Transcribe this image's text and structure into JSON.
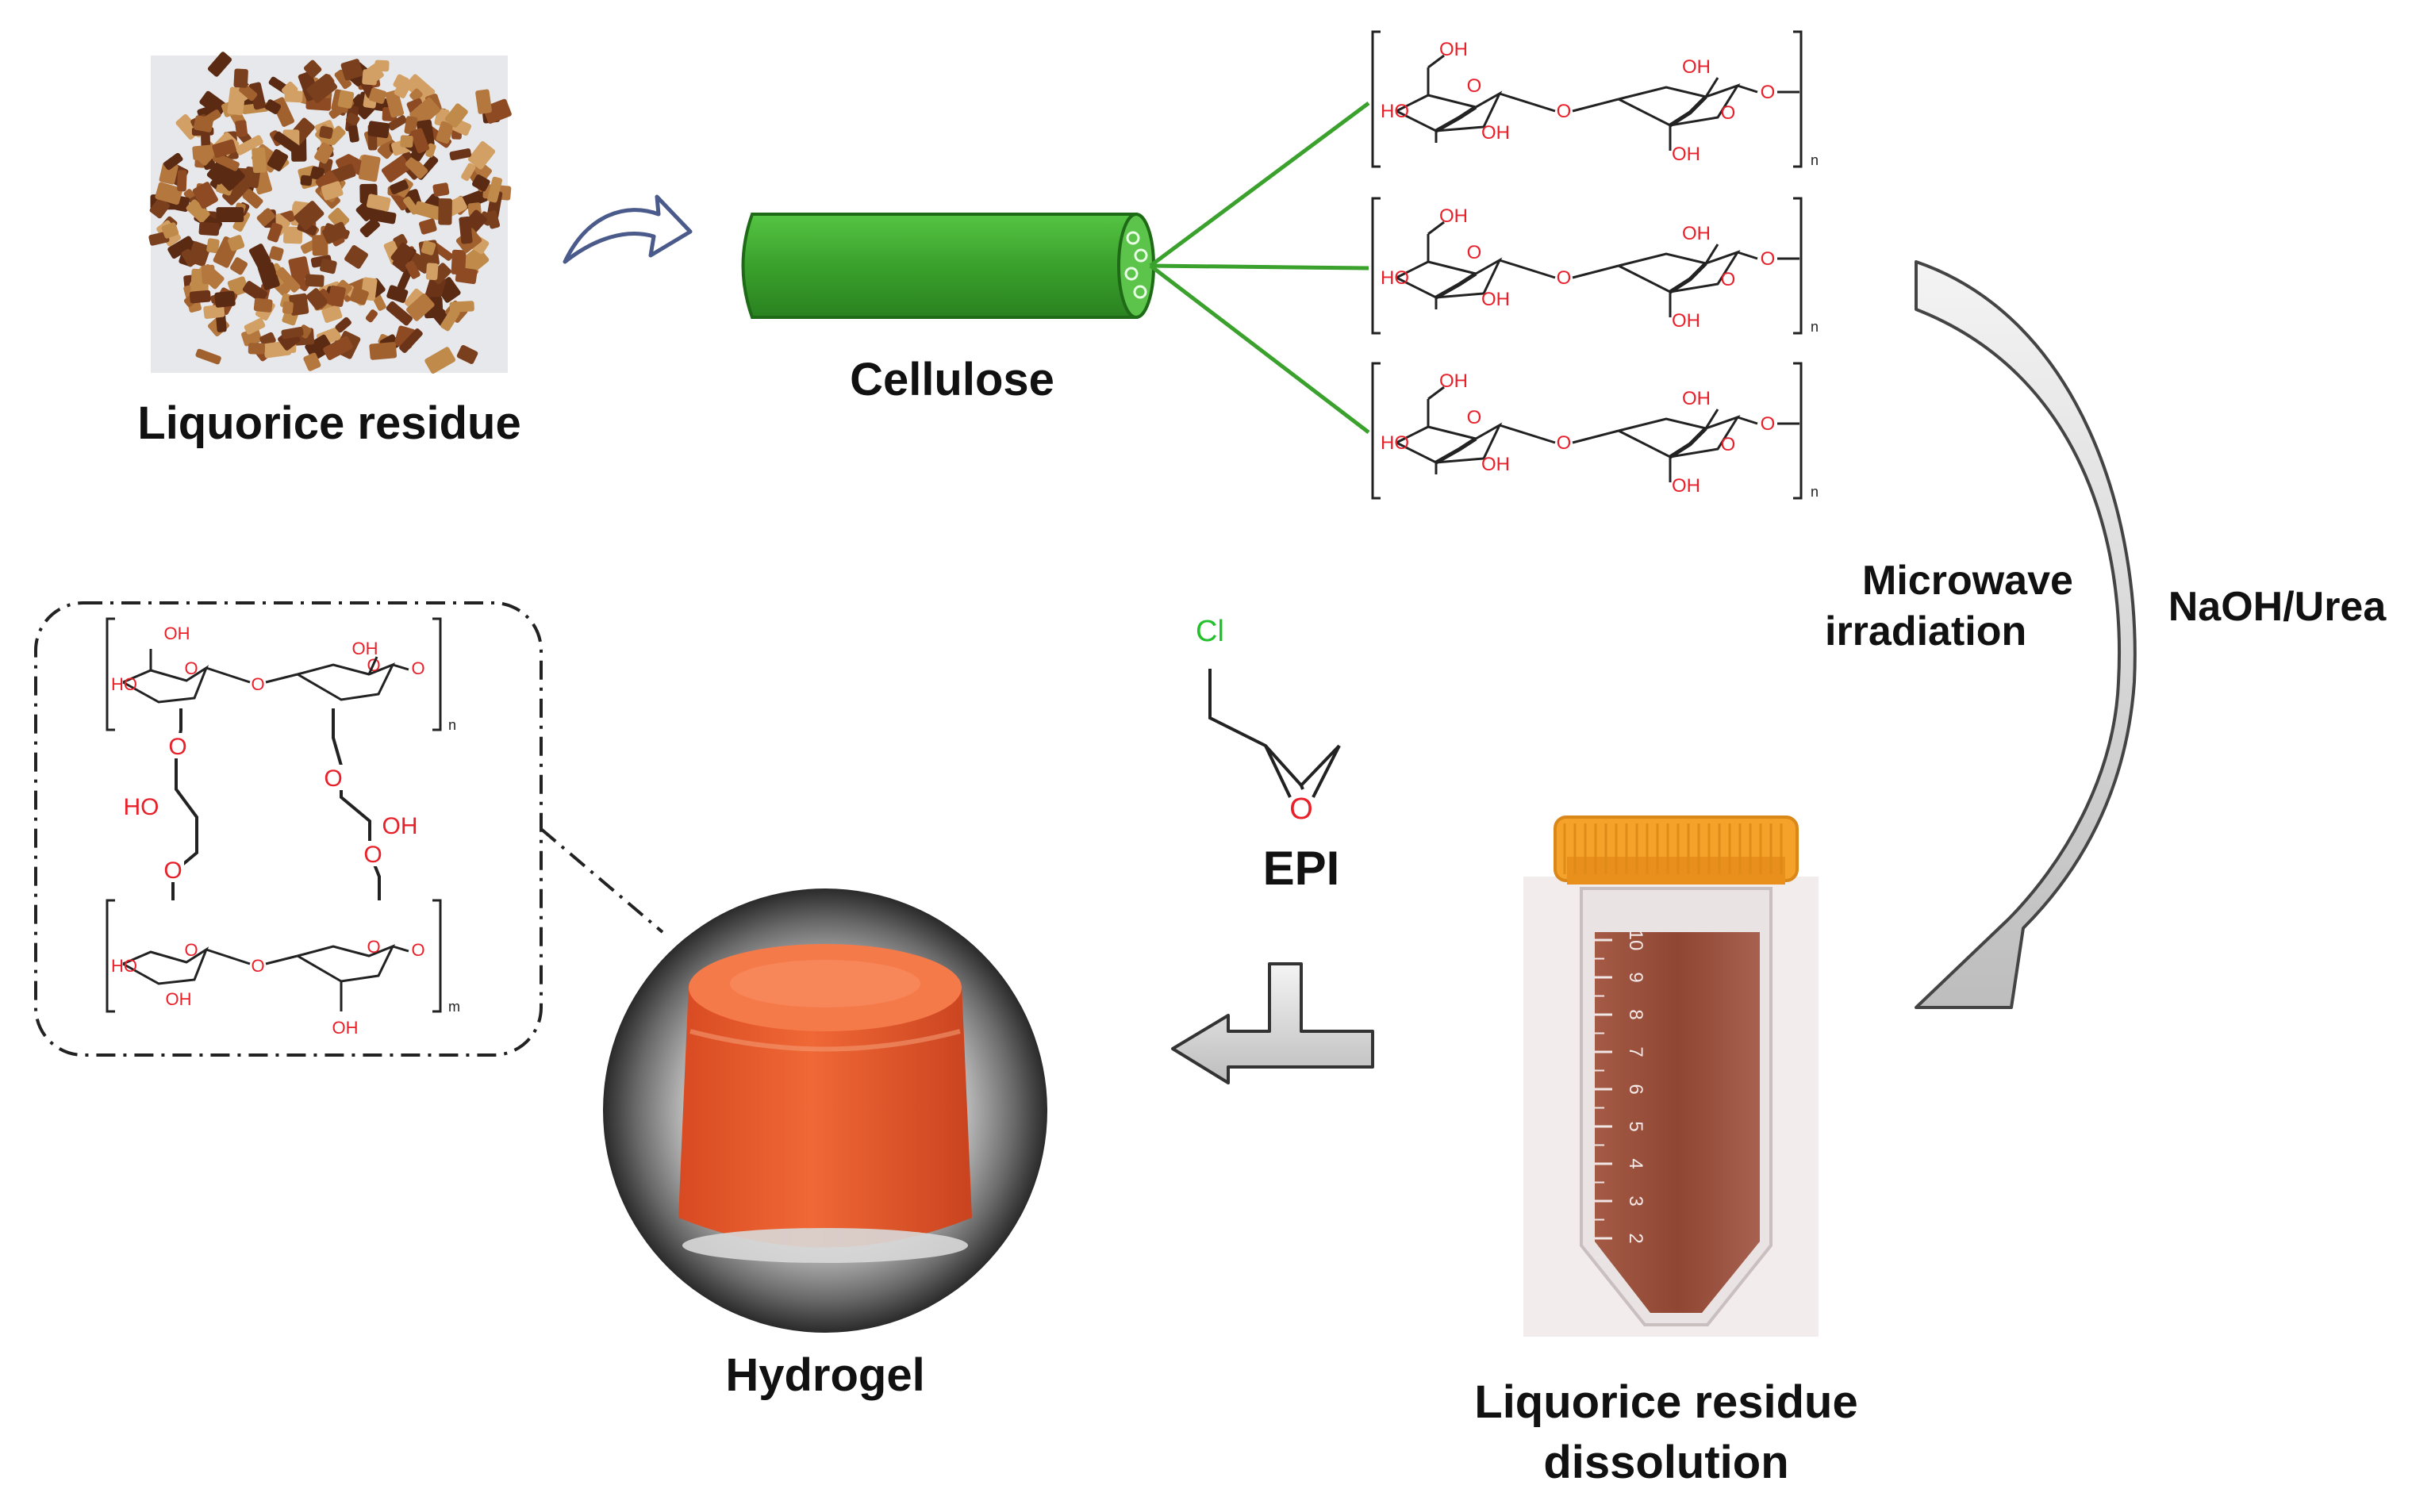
{
  "labels": {
    "liquorice_residue": "Liquorice residue",
    "cellulose": "Cellulose",
    "microwave_line1": "Microwave",
    "microwave_line2": "irradiation",
    "naoh_urea": "NaOH/Urea",
    "epi": "EPI",
    "hydrogel": "Hydrogel",
    "dissolution_line1": "Liquorice residue",
    "dissolution_line2": "dissolution"
  },
  "chem": {
    "oh": "OH",
    "ho": "HO",
    "o": "O",
    "cl": "Cl",
    "n": "n",
    "m": "m"
  },
  "tube_marks": [
    "10",
    "9",
    "8",
    "7",
    "6",
    "5",
    "4",
    "3",
    "2"
  ],
  "colors": {
    "cellulose_green": "#3aa12c",
    "oxygen_red": "#e8202a",
    "chlorine_green": "#22c02a",
    "tube_cap": "#f5a22a",
    "hydrogel_orange": "#ee5a2a",
    "liquorice_brown": "#7a3f1c"
  }
}
